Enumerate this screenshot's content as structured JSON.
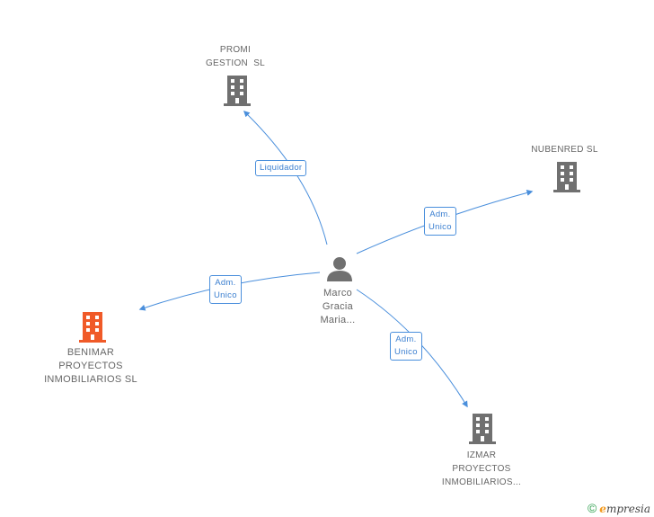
{
  "colors": {
    "edge": "#4a8fdc",
    "company_icon": "#707070",
    "highlight_icon": "#f05a28",
    "person_icon": "#707070"
  },
  "nodes": {
    "person": {
      "lines": [
        "Marco",
        "Gracia",
        "Maria..."
      ],
      "icon": "person-icon"
    },
    "promi": {
      "lines": [
        "PROMI",
        "GESTION  SL"
      ],
      "icon": "building-icon"
    },
    "nubenred": {
      "lines": [
        "NUBENRED SL"
      ],
      "icon": "building-icon"
    },
    "benimar": {
      "lines": [
        "BENIMAR",
        "PROYECTOS",
        "INMOBILIARIOS SL"
      ],
      "icon": "building-icon"
    },
    "izmar": {
      "lines": [
        "IZMAR",
        "PROYECTOS",
        "INMOBILIARIOS..."
      ],
      "icon": "building-icon"
    }
  },
  "edges": {
    "to_promi": {
      "lines": [
        "Liquidador"
      ]
    },
    "to_nubenred": {
      "lines": [
        "Adm.",
        "Unico"
      ]
    },
    "to_benimar": {
      "lines": [
        "Adm.",
        "Unico"
      ]
    },
    "to_izmar": {
      "lines": [
        "Adm.",
        "Unico"
      ]
    }
  },
  "watermark": {
    "symbol": "©",
    "brand_initial": "e",
    "brand_rest": "mpresia"
  }
}
